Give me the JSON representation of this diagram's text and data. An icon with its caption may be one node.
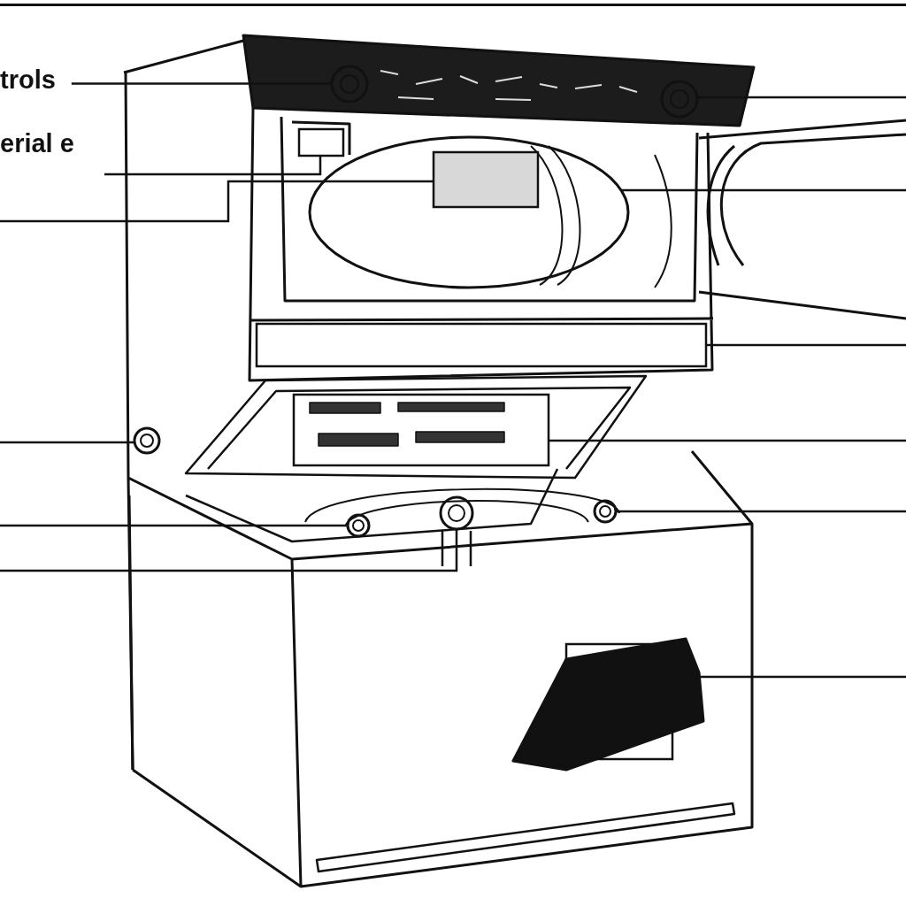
{
  "diagram": {
    "nodes": [
      {
        "text": [
          "trols"
        ]
      },
      {
        "text": [
          "erial e"
        ]
      },
      {
        "text": [],
        "shape": "circle"
      },
      {
        "text": [],
        "shape": "box"
      },
      {
        "text": [],
        "shape": "box",
        "in": 9
      },
      {
        "text": [],
        "shape": "circle"
      },
      {
        "text": [],
        "shape": "circle"
      },
      {
        "text": [],
        "shape": "circle"
      },
      {
        "text": [],
        "shape": "circle"
      },
      {
        "text": [],
        "shape": "circle"
      },
      {
        "text": [],
        "shape": "box"
      },
      {
        "text": [],
        "shape": "box"
      },
      {
        "text": [],
        "shape": "circle"
      },
      {
        "text": [],
        "shape": "box"
      }
    ],
    "edges": [
      {
        "from": 0,
        "to": 2,
        "arrow": "none"
      },
      {
        "from": 1,
        "to": 3,
        "arrow": "none"
      },
      {
        "from": null,
        "to": 4,
        "arrow": "none"
      },
      {
        "from": null,
        "to": 5,
        "arrow": "none"
      },
      {
        "from": null,
        "to": 6,
        "arrow": "none"
      },
      {
        "from": null,
        "to": 7,
        "arrow": "none"
      },
      {
        "from": null,
        "to": 8,
        "arrow": "none"
      },
      {
        "from": null,
        "to": 9,
        "arrow": "none"
      },
      {
        "from": null,
        "to": 10,
        "arrow": "none"
      },
      {
        "from": null,
        "to": 11,
        "arrow": "none"
      },
      {
        "from": null,
        "to": 12,
        "arrow": "none"
      },
      {
        "from": null,
        "to": 13,
        "arrow": "none"
      }
    ]
  }
}
